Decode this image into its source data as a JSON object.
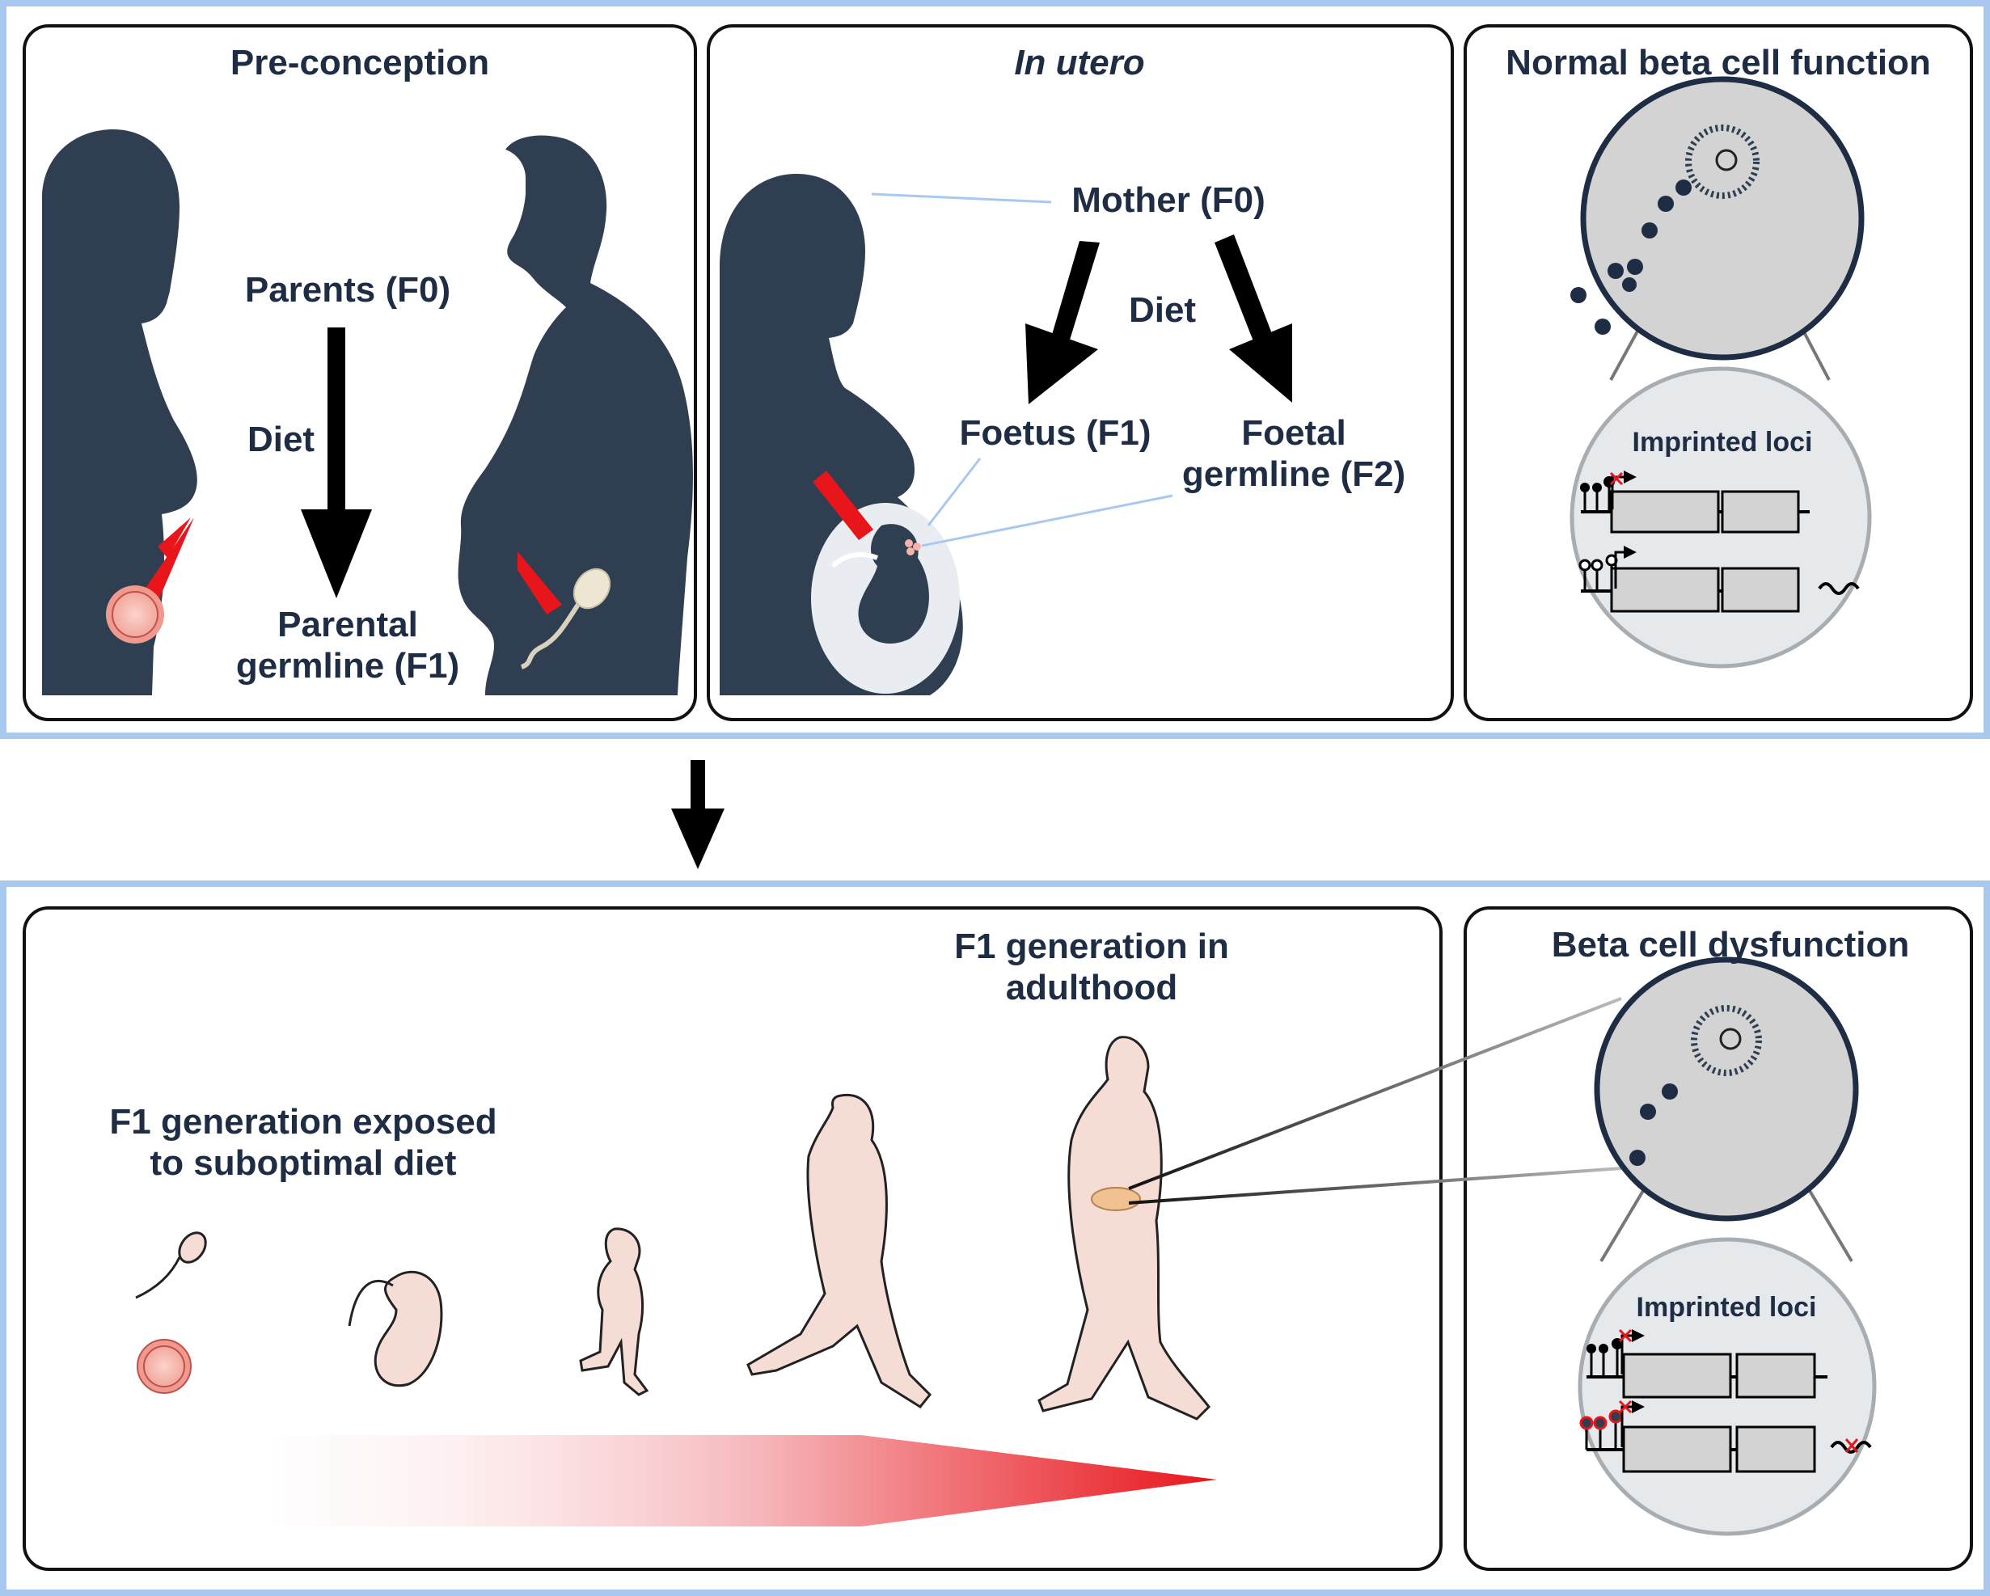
{
  "panels": {
    "preconception": {
      "title": "Pre-conception",
      "parents_label": "Parents (F0)",
      "diet_label": "Diet",
      "germline_line1": "Parental",
      "germline_line2": "germline (F1)"
    },
    "in_utero": {
      "title": "In utero",
      "mother_label": "Mother (F0)",
      "diet_label": "Diet",
      "foetus_label": "Foetus (F1)",
      "foetal_germline_line1": "Foetal",
      "foetal_germline_line2": "germline (F2)"
    },
    "normal_beta": {
      "title": "Normal beta cell function",
      "loci_label": "Imprinted loci"
    },
    "f1_development": {
      "exposed_line1": "F1 generation exposed",
      "exposed_line2": "to suboptimal diet",
      "adult_line1": "F1 generation in",
      "adult_line2": "adulthood"
    },
    "beta_dysfunction": {
      "title": "Beta cell dysfunction",
      "loci_label": "Imprinted loci"
    }
  },
  "colors": {
    "frame_blue": "#a9c8f0",
    "silhouette": "#2f3e51",
    "text_navy": "#1f2d44",
    "body_pink": "#f5ddd6",
    "accent_red": "#e8151b",
    "cell_gray": "#d3d3d3",
    "lens_gray": "#e6e9ec"
  }
}
